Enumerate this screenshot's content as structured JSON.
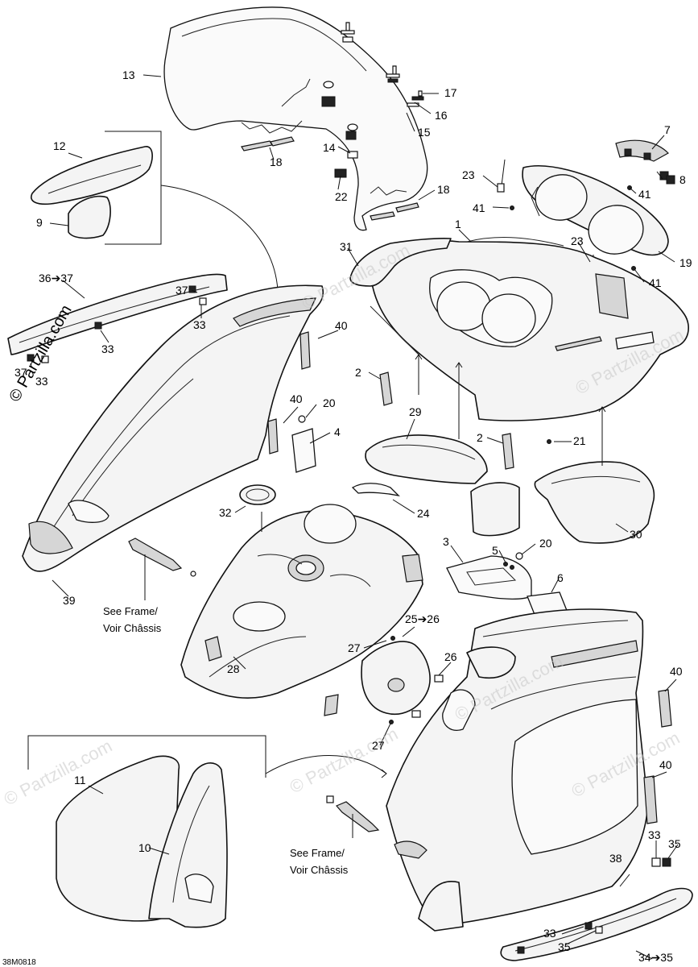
{
  "diagram": {
    "drawing_code": "38M0818",
    "copyright_watermark": "© Partzilla.com",
    "see_frame_note_line1": "See Frame/",
    "see_frame_note_line2": "Voir Châssis",
    "callouts": [
      {
        "id": "c13",
        "text": "13"
      },
      {
        "id": "c17",
        "text": "17"
      },
      {
        "id": "c16",
        "text": "16"
      },
      {
        "id": "c15",
        "text": "15"
      },
      {
        "id": "c12",
        "text": "12"
      },
      {
        "id": "c14",
        "text": "14"
      },
      {
        "id": "c18a",
        "text": "18"
      },
      {
        "id": "c22",
        "text": "22"
      },
      {
        "id": "c18b",
        "text": "18"
      },
      {
        "id": "c7",
        "text": "7"
      },
      {
        "id": "c8",
        "text": "8"
      },
      {
        "id": "c23a",
        "text": "23"
      },
      {
        "id": "c41a",
        "text": "41"
      },
      {
        "id": "c41b",
        "text": "41"
      },
      {
        "id": "c9",
        "text": "9"
      },
      {
        "id": "c1",
        "text": "1"
      },
      {
        "id": "c23b",
        "text": "23"
      },
      {
        "id": "c19",
        "text": "19"
      },
      {
        "id": "c31",
        "text": "31"
      },
      {
        "id": "c3637",
        "text": "36➔37"
      },
      {
        "id": "c41c",
        "text": "41"
      },
      {
        "id": "c37a",
        "text": "37"
      },
      {
        "id": "c33a",
        "text": "33"
      },
      {
        "id": "c40a",
        "text": "40"
      },
      {
        "id": "c33b",
        "text": "33"
      },
      {
        "id": "c37b",
        "text": "37"
      },
      {
        "id": "c33c",
        "text": "33"
      },
      {
        "id": "c2a",
        "text": "2"
      },
      {
        "id": "c40b",
        "text": "40"
      },
      {
        "id": "c20a",
        "text": "20"
      },
      {
        "id": "c29",
        "text": "29"
      },
      {
        "id": "c4",
        "text": "4"
      },
      {
        "id": "c2b",
        "text": "2"
      },
      {
        "id": "c21",
        "text": "21"
      },
      {
        "id": "c32",
        "text": "32"
      },
      {
        "id": "c24",
        "text": "24"
      },
      {
        "id": "c30",
        "text": "30"
      },
      {
        "id": "c3",
        "text": "3"
      },
      {
        "id": "c5",
        "text": "5"
      },
      {
        "id": "c20b",
        "text": "20"
      },
      {
        "id": "c6",
        "text": "6"
      },
      {
        "id": "c39",
        "text": "39"
      },
      {
        "id": "c2526",
        "text": "25➔26"
      },
      {
        "id": "c27a",
        "text": "27"
      },
      {
        "id": "c26",
        "text": "26"
      },
      {
        "id": "c28",
        "text": "28"
      },
      {
        "id": "c40c",
        "text": "40"
      },
      {
        "id": "c27b",
        "text": "27"
      },
      {
        "id": "c11",
        "text": "11"
      },
      {
        "id": "c40d",
        "text": "40"
      },
      {
        "id": "c10",
        "text": "10"
      },
      {
        "id": "c33d",
        "text": "33"
      },
      {
        "id": "c35a",
        "text": "35"
      },
      {
        "id": "c38",
        "text": "38"
      },
      {
        "id": "c33e",
        "text": "33"
      },
      {
        "id": "c35b",
        "text": "35"
      },
      {
        "id": "c3435",
        "text": "34➔35"
      }
    ]
  }
}
